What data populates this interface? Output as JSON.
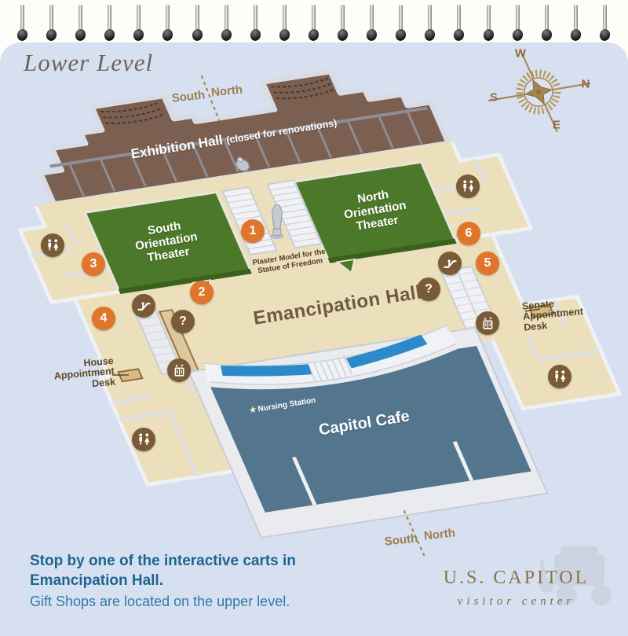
{
  "page": {
    "title": "Lower Level"
  },
  "compass": {
    "west": "W",
    "north": "N",
    "south": "S",
    "east": "E"
  },
  "map": {
    "directions": {
      "south": "South",
      "north": "North"
    },
    "areas": {
      "exhibition_hall": {
        "name": "Exhibition Hall",
        "status": "(closed for renovations)"
      },
      "south_theater": "South Orientation Theater",
      "north_theater": "North Orientation Theater",
      "emancipation_hall": "Emancipation Hall",
      "capitol_cafe": "Capitol Cafe"
    },
    "markers": [
      "1",
      "2",
      "3",
      "4",
      "5",
      "6"
    ],
    "info_symbol": "?",
    "labels": {
      "statue": "Plaster Model for the Statue of Freedom",
      "nursing_station": "Nursing Station",
      "house_desk": "House Appointment Desk",
      "senate_desk": "Senate Appointment Desk"
    },
    "icons": {
      "restroom": "restroom-icon",
      "escalator": "escalator-icon",
      "elevator": "elevator-icon",
      "information": "question-mark-icon",
      "statue": "statue-icon",
      "dome": "capitol-dome-icon",
      "nursing": "star-icon",
      "compass": "compass-rose-icon"
    }
  },
  "footer": {
    "note_bold": "Stop by one of the interactive carts in Emancipation Hall.",
    "note": "Gift Shops are located on the upper level."
  },
  "logo": {
    "name": "U.S. CAPITOL",
    "tagline": "visitor center"
  },
  "colors": {
    "background": "#d7e0f0",
    "exhibition_brown": "#7b6051",
    "floor_tan": "#ebdfbc",
    "theater_green": "#4c7929",
    "cafe_blue": "#53758e",
    "skylight_blue": "#2b8bca",
    "marker_orange": "#e0762b",
    "icon_brown": "#7a5b37",
    "label_brown": "#9b7e4e",
    "footer_teal": "#1d6591"
  }
}
